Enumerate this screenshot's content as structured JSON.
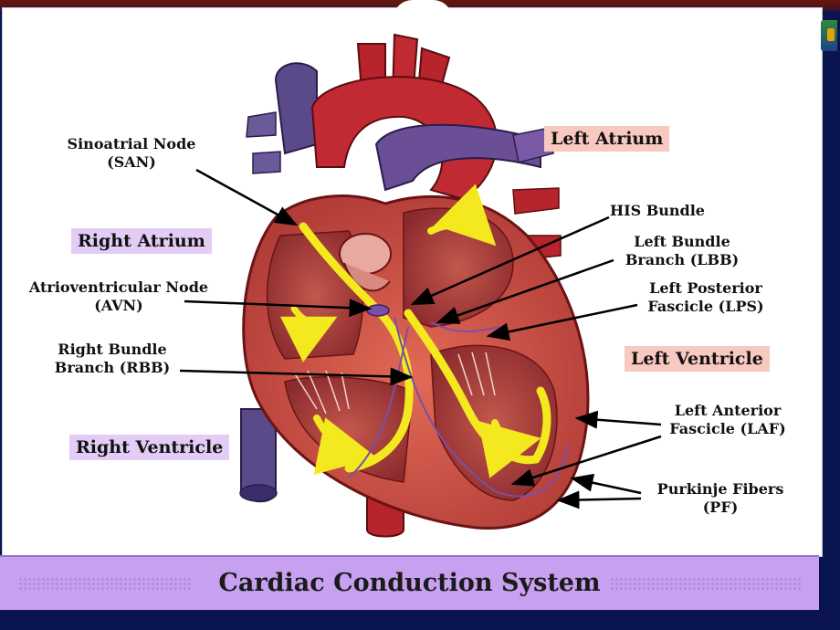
{
  "diagram": {
    "chamber_labels": {
      "right_atrium": "Right Atrium",
      "left_atrium": "Left Atrium",
      "right_ventricle": "Right Ventricle",
      "left_ventricle": "Left Ventricle"
    },
    "structure_labels": {
      "san_line1": "Sinoatrial Node",
      "san_line2": "(SAN)",
      "avn_line1": "Atrioventricular Node",
      "avn_line2": "(AVN)",
      "rbb_line1": "Right Bundle",
      "rbb_line2": "Branch (RBB)",
      "his": "HIS Bundle",
      "lbb_line1": "Left Bundle",
      "lbb_line2": "Branch (LBB)",
      "lps_line1": "Left Posterior",
      "lps_line2": "Fascicle (LPS)",
      "laf_line1": "Left Anterior",
      "laf_line2": "Fascicle (LAF)",
      "pf_line1": "Purkinje Fibers",
      "pf_line2": "(PF)"
    },
    "footer_title": "Cardiac Conduction System",
    "colors": {
      "background": "#0a1550",
      "card": "#ffffff",
      "label_box_purple": "#e3ccf5",
      "label_box_pink": "#f8c9c0",
      "footer_bar": "#c7a0ef",
      "heart_muscle": "#c9504a",
      "vessel_red": "#b8242c",
      "vessel_blue": "#5a4a8a",
      "conduction_path": "#f4e81e",
      "conduction_fiber": "#7a4fa8"
    }
  }
}
